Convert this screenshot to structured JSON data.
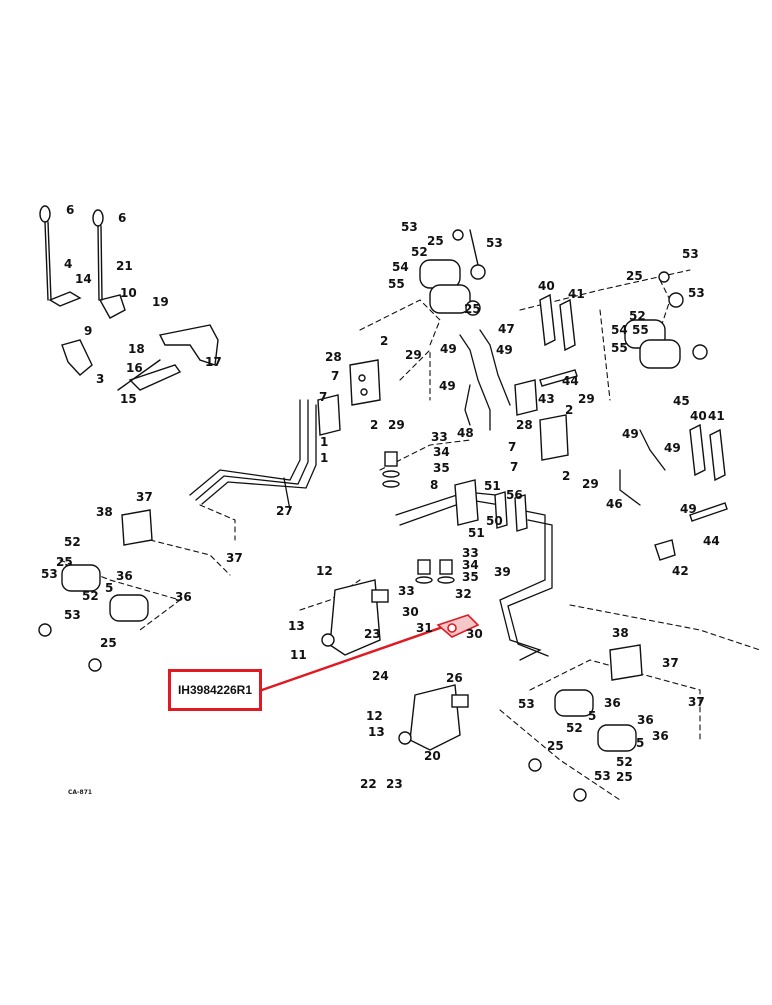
{
  "diagram": {
    "callout": {
      "part_number": "IH3984226R1",
      "color": "#e01a22"
    },
    "figure_code": "CA-871",
    "labels": [
      "1",
      "2",
      "3",
      "4",
      "5",
      "6",
      "7",
      "8",
      "9",
      "10",
      "11",
      "12",
      "13",
      "14",
      "15",
      "16",
      "17",
      "18",
      "19",
      "20",
      "21",
      "22",
      "23",
      "24",
      "25",
      "26",
      "27",
      "28",
      "29",
      "30",
      "31",
      "32",
      "33",
      "34",
      "35",
      "36",
      "37",
      "38",
      "39",
      "40",
      "41",
      "42",
      "43",
      "44",
      "45",
      "46",
      "47",
      "48",
      "49",
      "50",
      "51",
      "52",
      "53",
      "54",
      "55",
      "56"
    ],
    "highlighted_part": "31"
  }
}
